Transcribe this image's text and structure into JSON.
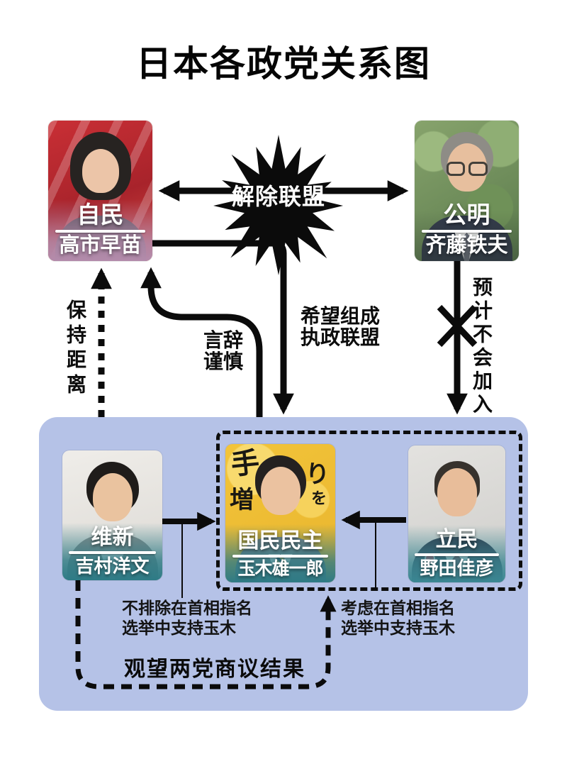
{
  "title": "日本各政党关系图",
  "burst": {
    "label": "解除联盟"
  },
  "cards": {
    "ldp": {
      "party": "自民",
      "name": "高市早苗"
    },
    "komeito": {
      "party": "公明",
      "name": "齐藤铁夫"
    },
    "ishin": {
      "party": "维新",
      "name": "吉村洋文"
    },
    "dpp": {
      "party": "国民民主",
      "name": "玉木雄一郎"
    },
    "cdp": {
      "party": "立民",
      "name": "野田佳彦"
    }
  },
  "relations": {
    "keep_distance": "保持距离",
    "careful_words_l1": "言辞",
    "careful_words_l2": "谨慎",
    "coalition_l1": "希望组成",
    "coalition_l2": "执政联盟",
    "not_join": "预计不会加入"
  },
  "notes": {
    "ishin_l1": "不排除在首相指名",
    "ishin_l2": "选举中支持玉木",
    "cdp_l1": "考虑在首相指名",
    "cdp_l2": "选举中支持玉木",
    "watch": "观望两党商议结果"
  },
  "poster": {
    "frag1": "手",
    "frag2": "り",
    "frag3": "を",
    "frag4": "増"
  },
  "colors": {
    "group_box": "#b5c2e7",
    "wire": "#0b0b0b",
    "burst_fill": "#0b0b0b",
    "burst_text": "#ffffff",
    "nameplate_text": "#ffffff"
  }
}
